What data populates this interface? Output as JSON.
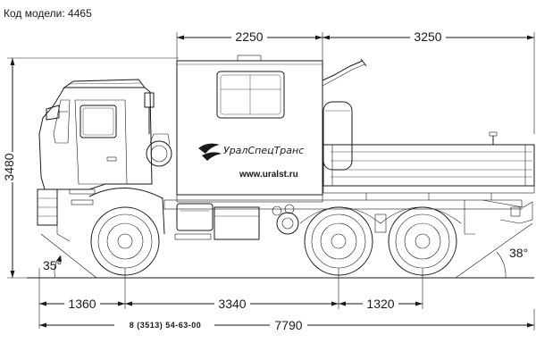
{
  "model_label": "Код модели: 4465",
  "dimensions": {
    "body_length": "2250",
    "rear_overhang": "3250",
    "height": "3480",
    "front_overhang": "1360",
    "wheelbase": "3340",
    "rear_axle_spacing": "1320",
    "total_length": "7790",
    "approach_angle": "35°",
    "departure_angle": "38°"
  },
  "phone": "8 (3513) 54-63-00",
  "brand": {
    "name": "УралСпецТранс",
    "website": "www.uralst.ru"
  }
}
